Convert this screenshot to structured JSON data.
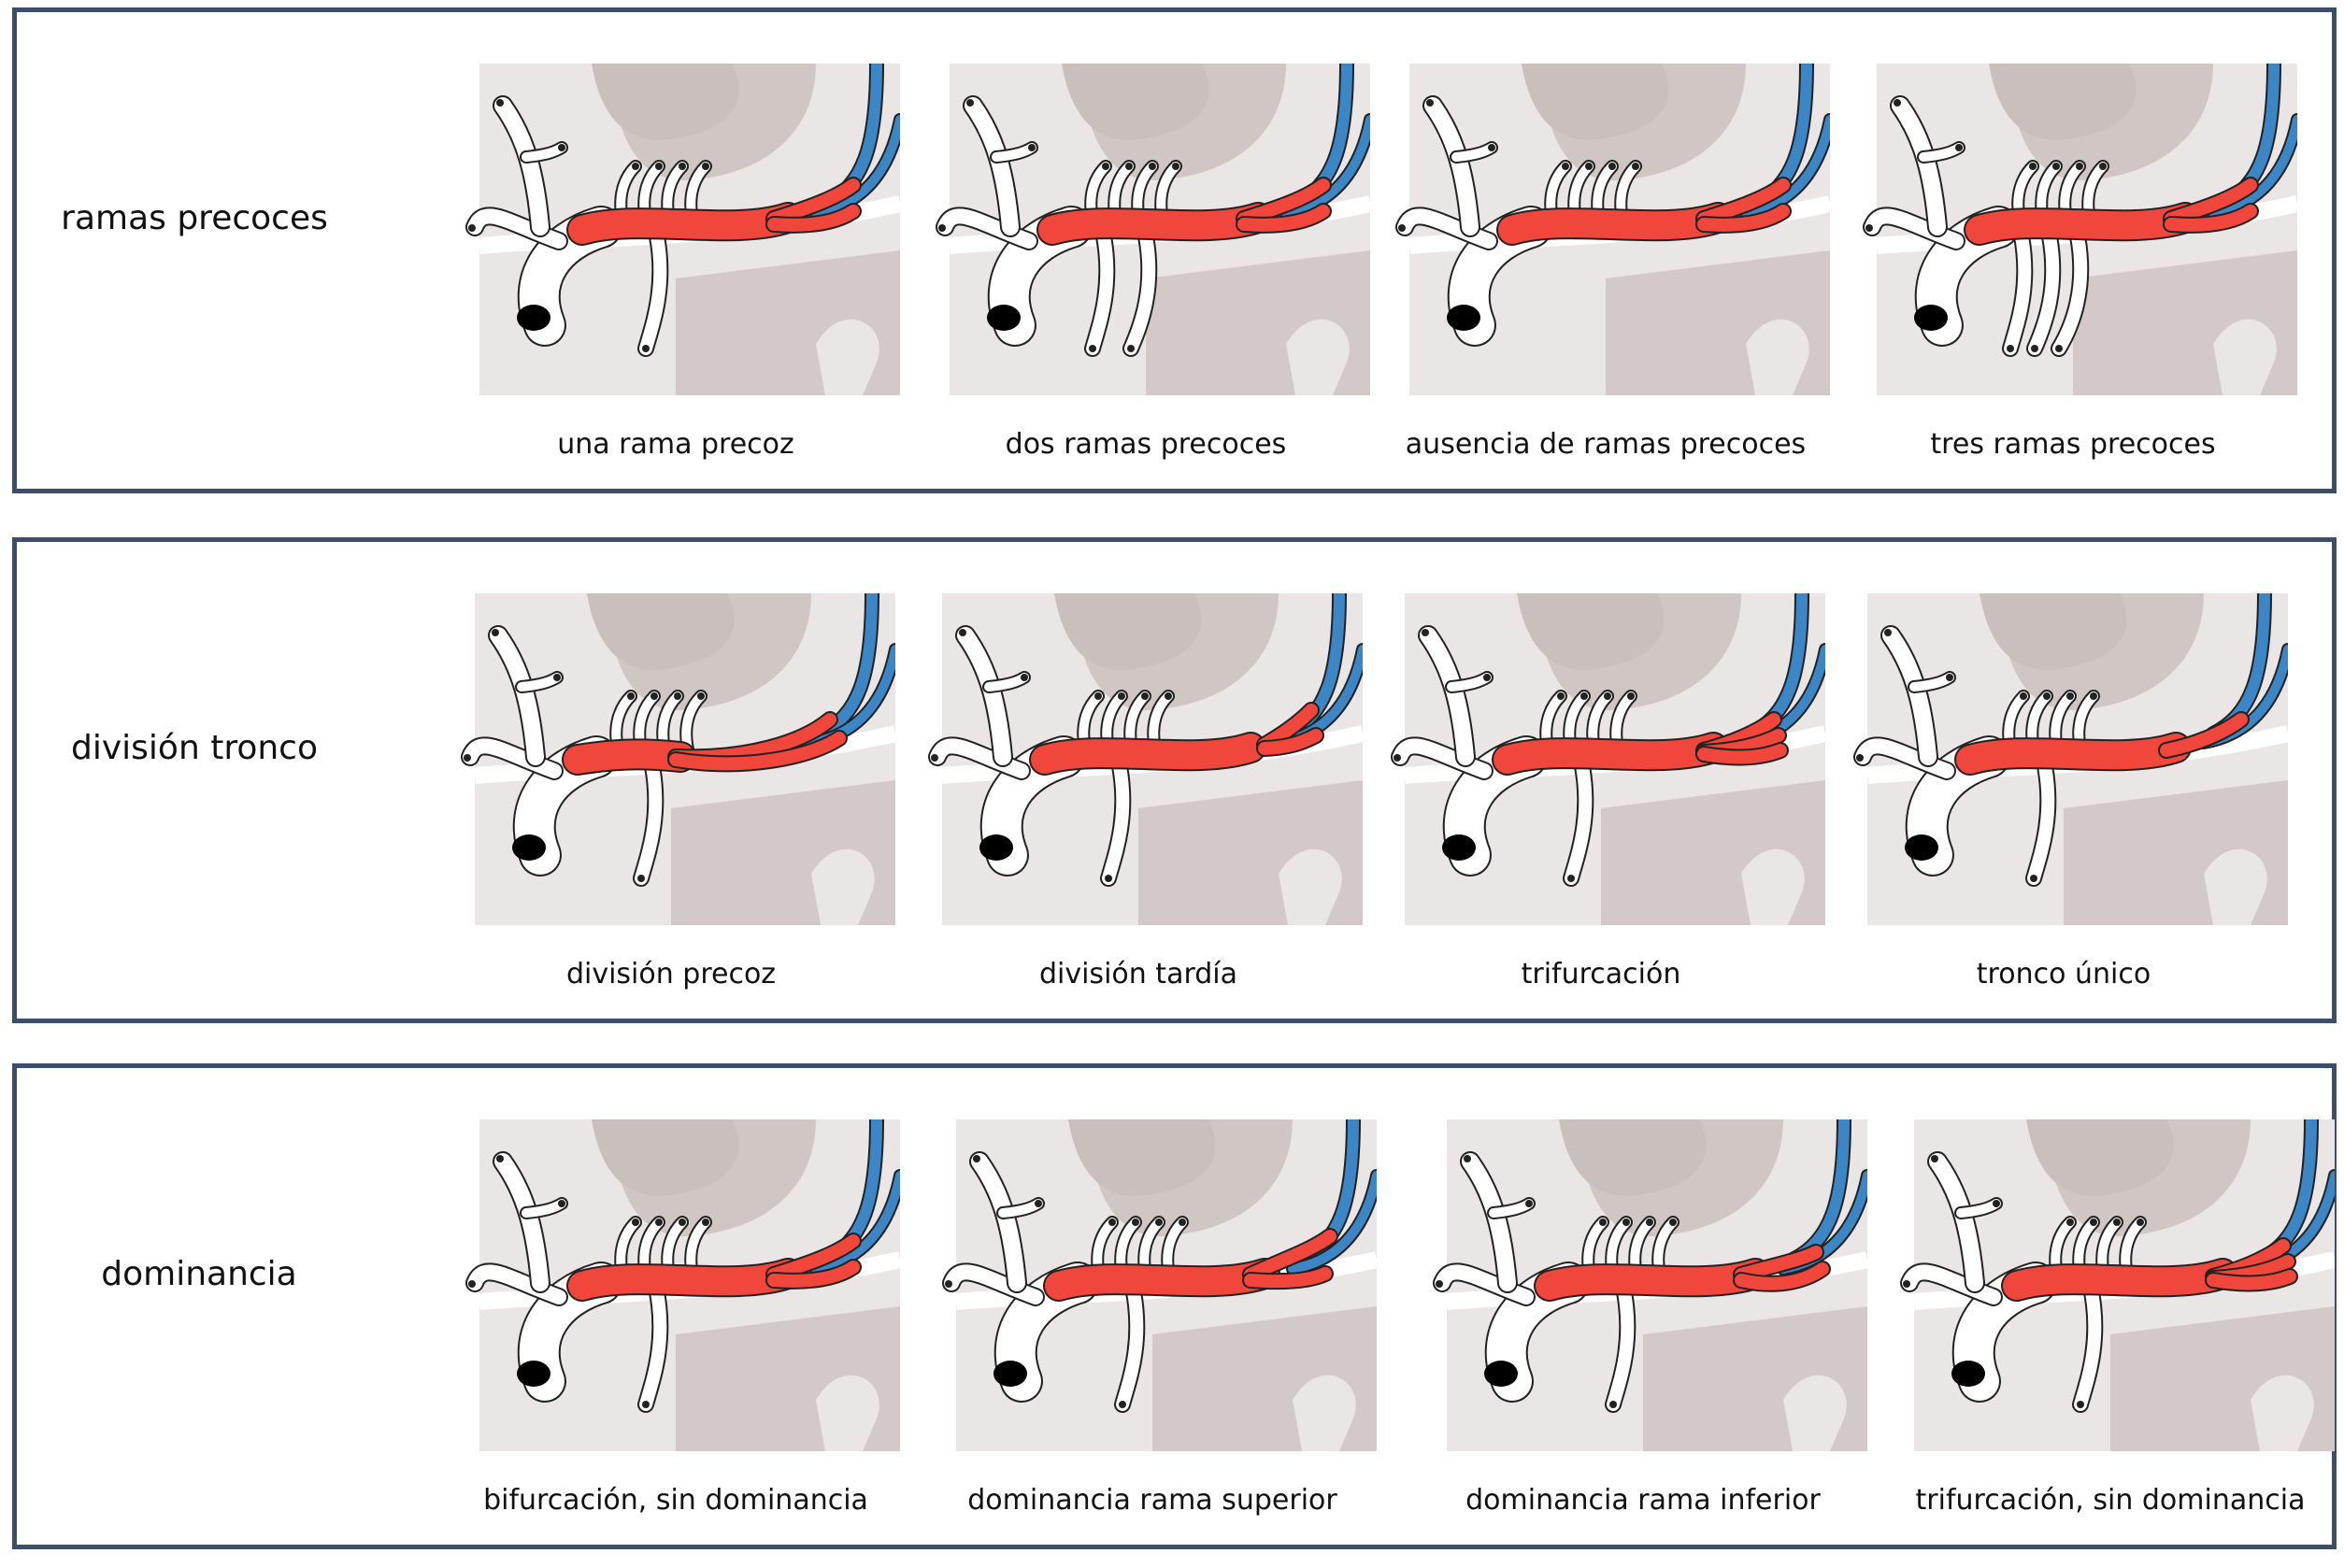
{
  "colors": {
    "artery_segment": "#f0463c",
    "vein": "#3d86c6",
    "vessel_white": "#ffffff",
    "outline": "#222222",
    "background_tissue": "#c9bfbd",
    "light_tissue": "#e9e6e5",
    "panel_border": "#3b4f6a"
  },
  "rows": [
    {
      "label": "ramas precoces",
      "cells": [
        {
          "caption": "una rama precoz",
          "variant": "one-early-branch",
          "early_branches": 1,
          "terminal": "bifurcation"
        },
        {
          "caption": "dos ramas precoces",
          "variant": "two-early-branches",
          "early_branches": 2,
          "terminal": "bifurcation"
        },
        {
          "caption": "ausencia de ramas precoces",
          "variant": "no-early-branches",
          "early_branches": 0,
          "terminal": "bifurcation"
        },
        {
          "caption": "tres ramas precoces",
          "variant": "three-early-branches",
          "early_branches": 3,
          "terminal": "bifurcation"
        }
      ]
    },
    {
      "label": "división tronco",
      "cells": [
        {
          "caption": "división precoz",
          "variant": "early-division",
          "early_branches": 1,
          "terminal": "early-division"
        },
        {
          "caption": "división tardía",
          "variant": "late-division",
          "early_branches": 1,
          "terminal": "late-division"
        },
        {
          "caption": "trifurcación",
          "variant": "trifurcation",
          "early_branches": 1,
          "terminal": "trifurcation"
        },
        {
          "caption": "tronco único",
          "variant": "single-trunk",
          "early_branches": 1,
          "terminal": "single"
        }
      ]
    },
    {
      "label": "dominancia",
      "cells": [
        {
          "caption": "bifurcación, sin dominancia",
          "variant": "bifurcation-no-dominance",
          "early_branches": 1,
          "terminal": "bifurcation"
        },
        {
          "caption": "dominancia rama superior",
          "variant": "superior-dominance",
          "early_branches": 1,
          "terminal": "superior-dominant"
        },
        {
          "caption": "dominancia rama inferior",
          "variant": "inferior-dominance",
          "early_branches": 1,
          "terminal": "inferior-dominant"
        },
        {
          "caption": "trifurcación, sin dominancia",
          "variant": "trifurcation-no-dominance",
          "early_branches": 1,
          "terminal": "trifurcation"
        }
      ]
    }
  ]
}
